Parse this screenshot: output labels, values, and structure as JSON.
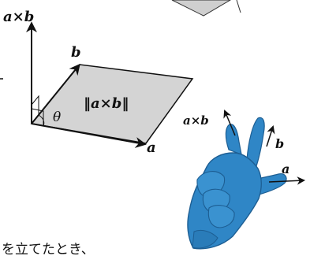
{
  "diagram": {
    "labels": {
      "cross_product": "a×b",
      "vector_b": "b",
      "vector_a": "a",
      "magnitude": "‖a×b‖",
      "angle": "θ"
    },
    "hand_labels": {
      "cross_product": "a×b",
      "vector_b": "b",
      "vector_a": "a"
    },
    "caption_fragment": "を立てたとき、"
  },
  "colors": {
    "parallelogram_fill": "#d4d4d4",
    "hand_fill": "#2f86c6",
    "hand_outline": "#1d5e93",
    "stroke": "#111111"
  },
  "icons": {
    "hand": "right-hand-rule-icon"
  }
}
